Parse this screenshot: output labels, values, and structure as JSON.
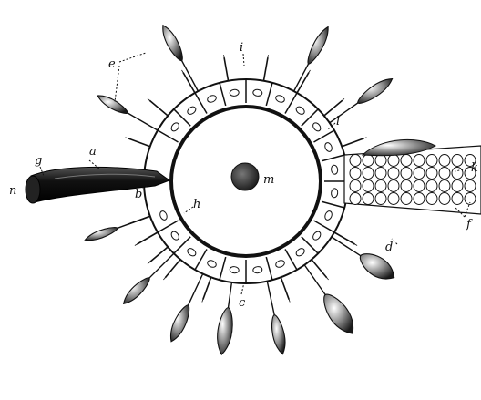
{
  "diagram": {
    "labels": {
      "a": "a",
      "b": "b",
      "c": "c",
      "d": "d",
      "e": "e",
      "f": "f",
      "g": "g",
      "h": "h",
      "i": "i",
      "k": "k",
      "l": "l",
      "m": "m",
      "n": "n"
    },
    "colors": {
      "ink": "#111111",
      "paper": "#ffffff"
    }
  }
}
